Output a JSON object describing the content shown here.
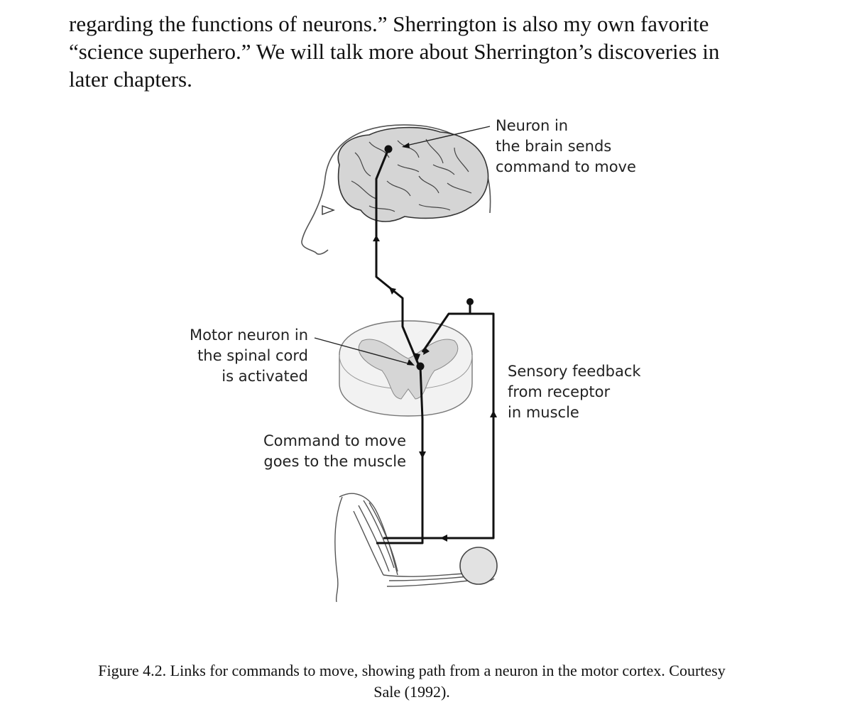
{
  "document": {
    "paragraph_lines": [
      "regarding the functions of neurons.” Sherrington is also my own favorite",
      "“science superhero.” We will talk more about Sherrington’s discoveries in",
      "later chapters."
    ]
  },
  "figure": {
    "labels": {
      "brain_neuron": [
        "Neuron in",
        "the brain sends",
        "command to move"
      ],
      "motor_neuron": [
        "Motor neuron in",
        "the spinal cord",
        "is activated"
      ],
      "sensory_feedback": [
        "Sensory feedback",
        "from receptor",
        "in muscle"
      ],
      "command_to_muscle": [
        "Command to move",
        "goes to the muscle"
      ]
    },
    "caption_lines": [
      "Figure 4.2. Links for commands to move, showing path from a neuron in the motor cortex. Courtesy",
      "Sale (1992)."
    ]
  }
}
